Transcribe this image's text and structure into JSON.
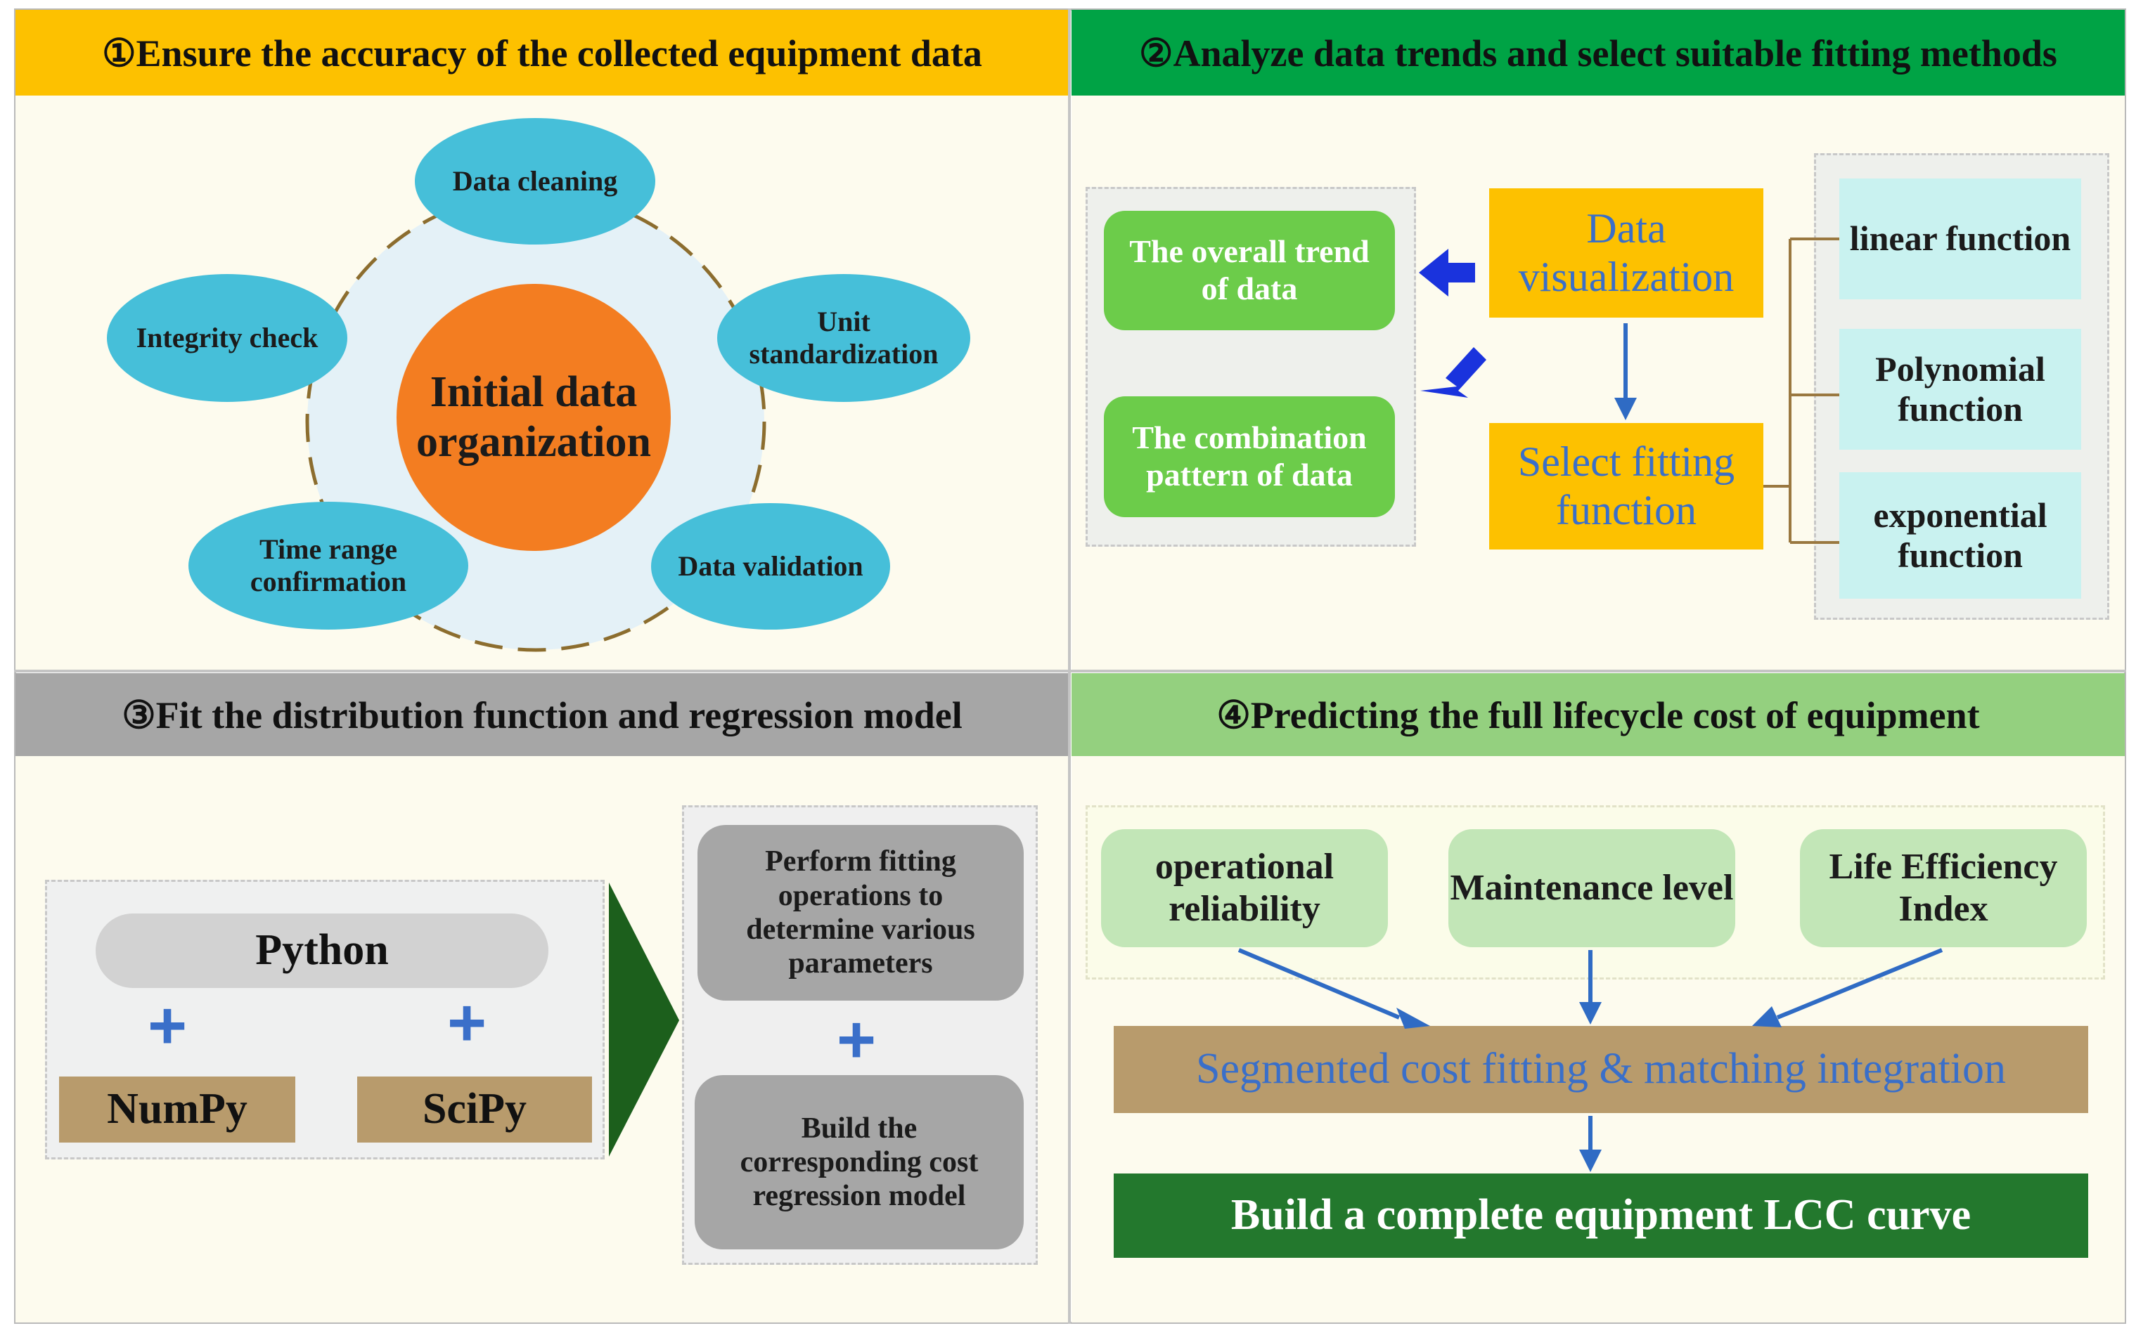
{
  "q1": {
    "title": "①Ensure the accuracy of the collected equipment data",
    "center": "Initial data organization",
    "nodes": {
      "cleaning": "Data cleaning",
      "unit": "Unit standardization",
      "validation": "Data validation",
      "time": "Time range confirmation",
      "integrity": "Integrity check"
    }
  },
  "q2": {
    "title": "②Analyze data trends and select suitable fitting methods",
    "visualization": "Data visualization",
    "select": "Select fitting function",
    "trend": "The overall trend of data",
    "combination": "The combination pattern of data",
    "functions": [
      "linear function",
      "Polynomial function",
      "exponential function"
    ]
  },
  "q3": {
    "title": "③Fit the distribution function and regression model",
    "python": "Python",
    "numpy": "NumPy",
    "scipy": "SciPy",
    "plus": "+",
    "fitting": "Perform fitting operations to determine various parameters",
    "regression": "Build the corresponding cost regression model"
  },
  "q4": {
    "title": "④Predicting the full lifecycle cost of equipment",
    "factors": [
      "operational reliability",
      "Maintenance level",
      "Life Efficiency Index"
    ],
    "segmented": "Segmented cost fitting & matching integration",
    "build": "Build a complete equipment LCC curve"
  },
  "colors": {
    "header1": "#fdc100",
    "header2": "#00a345",
    "header3": "#a6a6a6",
    "header4": "#94d07f",
    "ellipse": "#46bfd9",
    "orange": "#f37d21",
    "green_box": "#6ccc4a",
    "cyan_box": "#c9f2f0",
    "tan": "#b89b6c",
    "dark_green": "#23782d",
    "blue_text": "#3a6fc9"
  }
}
